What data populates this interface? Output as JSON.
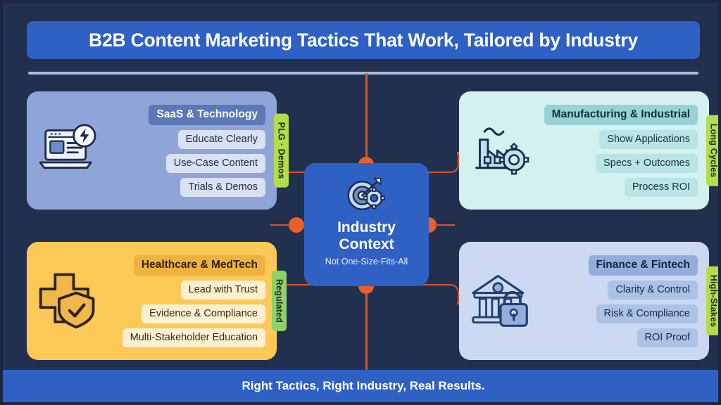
{
  "header": {
    "title": "B2B Content Marketing Tactics That Work, Tailored by Industry"
  },
  "hub": {
    "icon": "target-arrow-gear-icon",
    "title_line1": "Industry",
    "title_line2": "Context",
    "subtitle": "Not One-Size-Fits-All"
  },
  "cards": [
    {
      "id": "saas",
      "icon": "laptop-lightning-icon",
      "heading": "SaaS & Technology",
      "chips": [
        "Educate Clearly",
        "Use-Case Content",
        "Trials & Demos"
      ],
      "tag": "PLG · Demos",
      "bg_color": "#8fa5d8",
      "tag_color": "#b3dd4e"
    },
    {
      "id": "manufacturing",
      "icon": "factory-gear-icon",
      "heading": "Manufacturing & Industrial",
      "chips": [
        "Show Applications",
        "Specs + Outcomes",
        "Process ROI"
      ],
      "tag": "Long Cycles",
      "bg_color": "#d4f0ef",
      "tag_color": "#b3dd4e"
    },
    {
      "id": "healthcare",
      "icon": "medical-cross-shield-check-icon",
      "heading": "Healthcare & MedTech",
      "chips": [
        "Lead with Trust",
        "Evidence & Compliance",
        "Multi-Stakeholder Education"
      ],
      "tag": "Regulated",
      "bg_color": "#fbc955",
      "tag_color": "#8fd16a"
    },
    {
      "id": "finance",
      "icon": "bank-padlock-icon",
      "heading": "Finance & Fintech",
      "chips": [
        "Clarity & Control",
        "Risk & Compliance",
        "ROI Proof"
      ],
      "tag": "High-Stakes",
      "bg_color": "#ccd9f2",
      "tag_color": "#b3dd4e"
    }
  ],
  "footer": {
    "text": "Right Tactics, Right Industry, Real Results."
  },
  "theme": {
    "background": "#22304f",
    "accent_blue": "#2f61c4",
    "connector_orange": "#d4562a",
    "dot_orange": "#ea6025"
  }
}
